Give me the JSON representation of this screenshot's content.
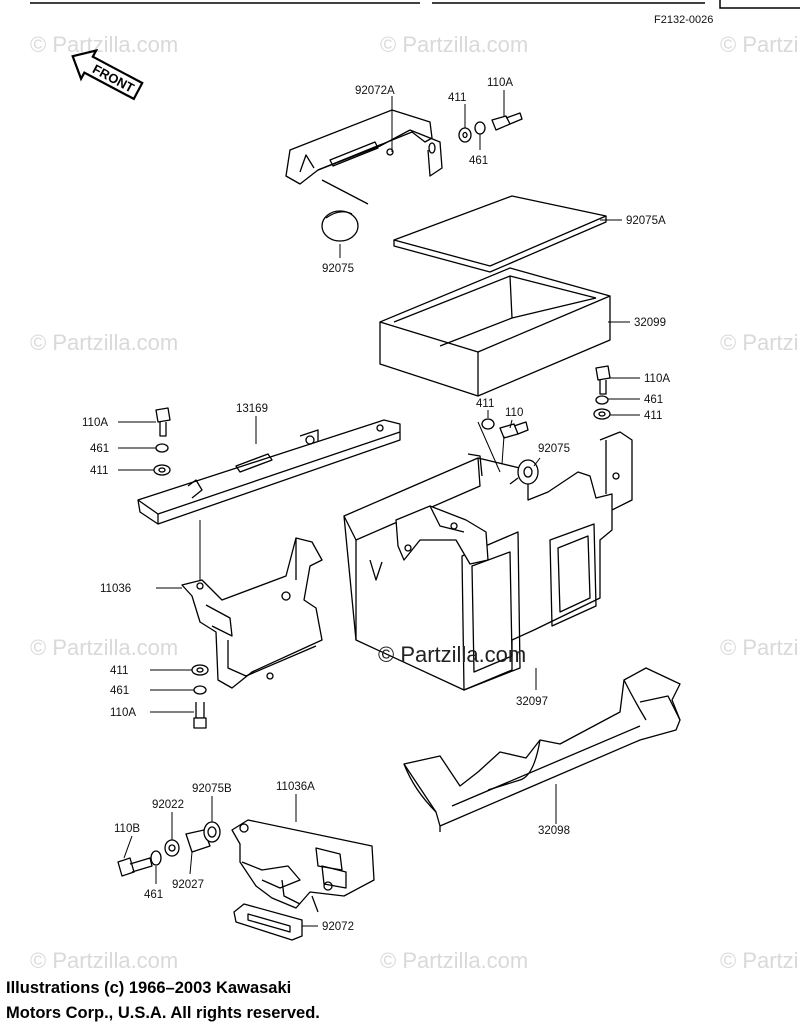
{
  "figure_code": "F2132-0026",
  "front_arrow_label": "FRONT",
  "watermark": "© Partzilla.com",
  "center_watermark": "© Partzilla.com",
  "copyright": {
    "line1": "Illustrations (c) 1966–2003 Kawasaki",
    "line2": "Motors Corp., U.S.A.  All rights reserved."
  },
  "callouts": {
    "c92072A": "92072A",
    "c411_top": "411",
    "c110A_top": "110A",
    "c461_top": "461",
    "c92075A": "92075A",
    "c92075_top": "92075",
    "c32099": "32099",
    "c110A_right": "110A",
    "c461_right": "461",
    "c411_right": "411",
    "c13169": "13169",
    "c110A_left": "110A",
    "c461_left": "461",
    "c411_left": "411",
    "c411_mid": "411",
    "c110_mid": "110",
    "c92075_mid": "92075",
    "c11036": "11036",
    "c411_low": "411",
    "c461_low": "461",
    "c110A_low": "110A",
    "c32097": "32097",
    "c92075B": "92075B",
    "c11036A": "11036A",
    "c92022": "92022",
    "c110B": "110B",
    "c461_bottom": "461",
    "c92027": "92027",
    "c32098": "32098",
    "c92072": "92072"
  }
}
